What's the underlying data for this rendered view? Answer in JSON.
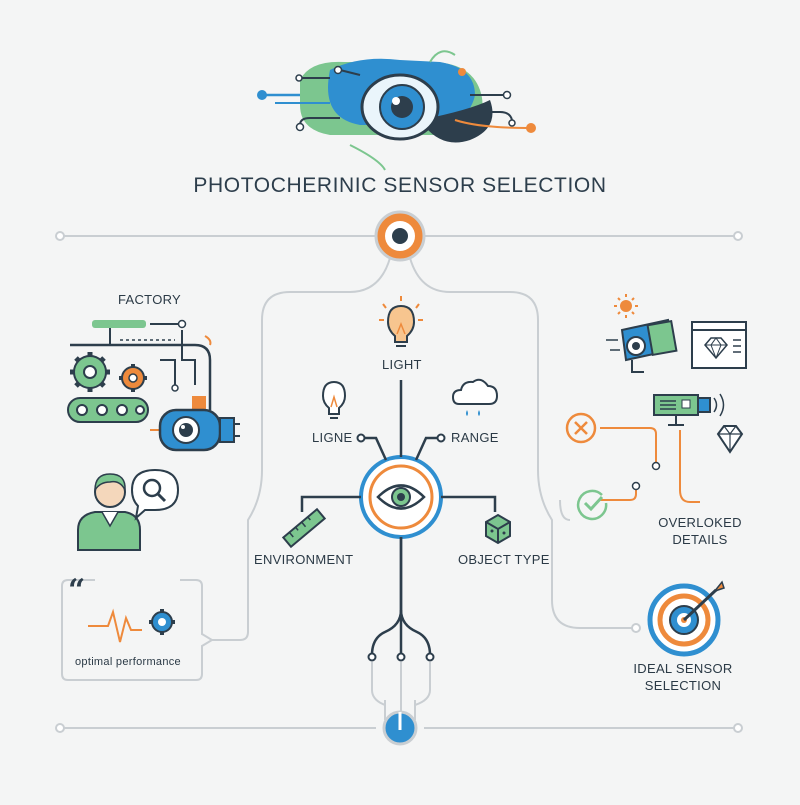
{
  "title": "PHOTOCHERINIC SENSOR SELECTION",
  "labels": {
    "factory": "FACTORY",
    "light": "LIGHT",
    "ligne": "LIGNE",
    "range": "RANGE",
    "environment": "ENVIRONMENT",
    "object_type": "OBJECT TYPE",
    "overlooked_line1": "OVERLOKED",
    "overlooked_line2": "DETAILS",
    "ideal_line1": "IDEAL SENSOR",
    "ideal_line2": "SELECTION",
    "optimal": "optimal performance"
  },
  "colors": {
    "blue": "#2f8fd0",
    "orange": "#ee8a3c",
    "green": "#7cc68f",
    "navy": "#2d3e4c",
    "line": "#c9ced2"
  },
  "icons": [
    "eye-icon",
    "gear-icon",
    "lightbulb-icon",
    "cloud-rain-icon",
    "ruler-icon",
    "cube-icon",
    "target-icon",
    "camera-sensor-icon",
    "diamond-icon",
    "checkmark-icon",
    "x-icon",
    "worker-icon",
    "magnifier-icon",
    "quote-icon",
    "pulse-icon",
    "sun-icon"
  ]
}
